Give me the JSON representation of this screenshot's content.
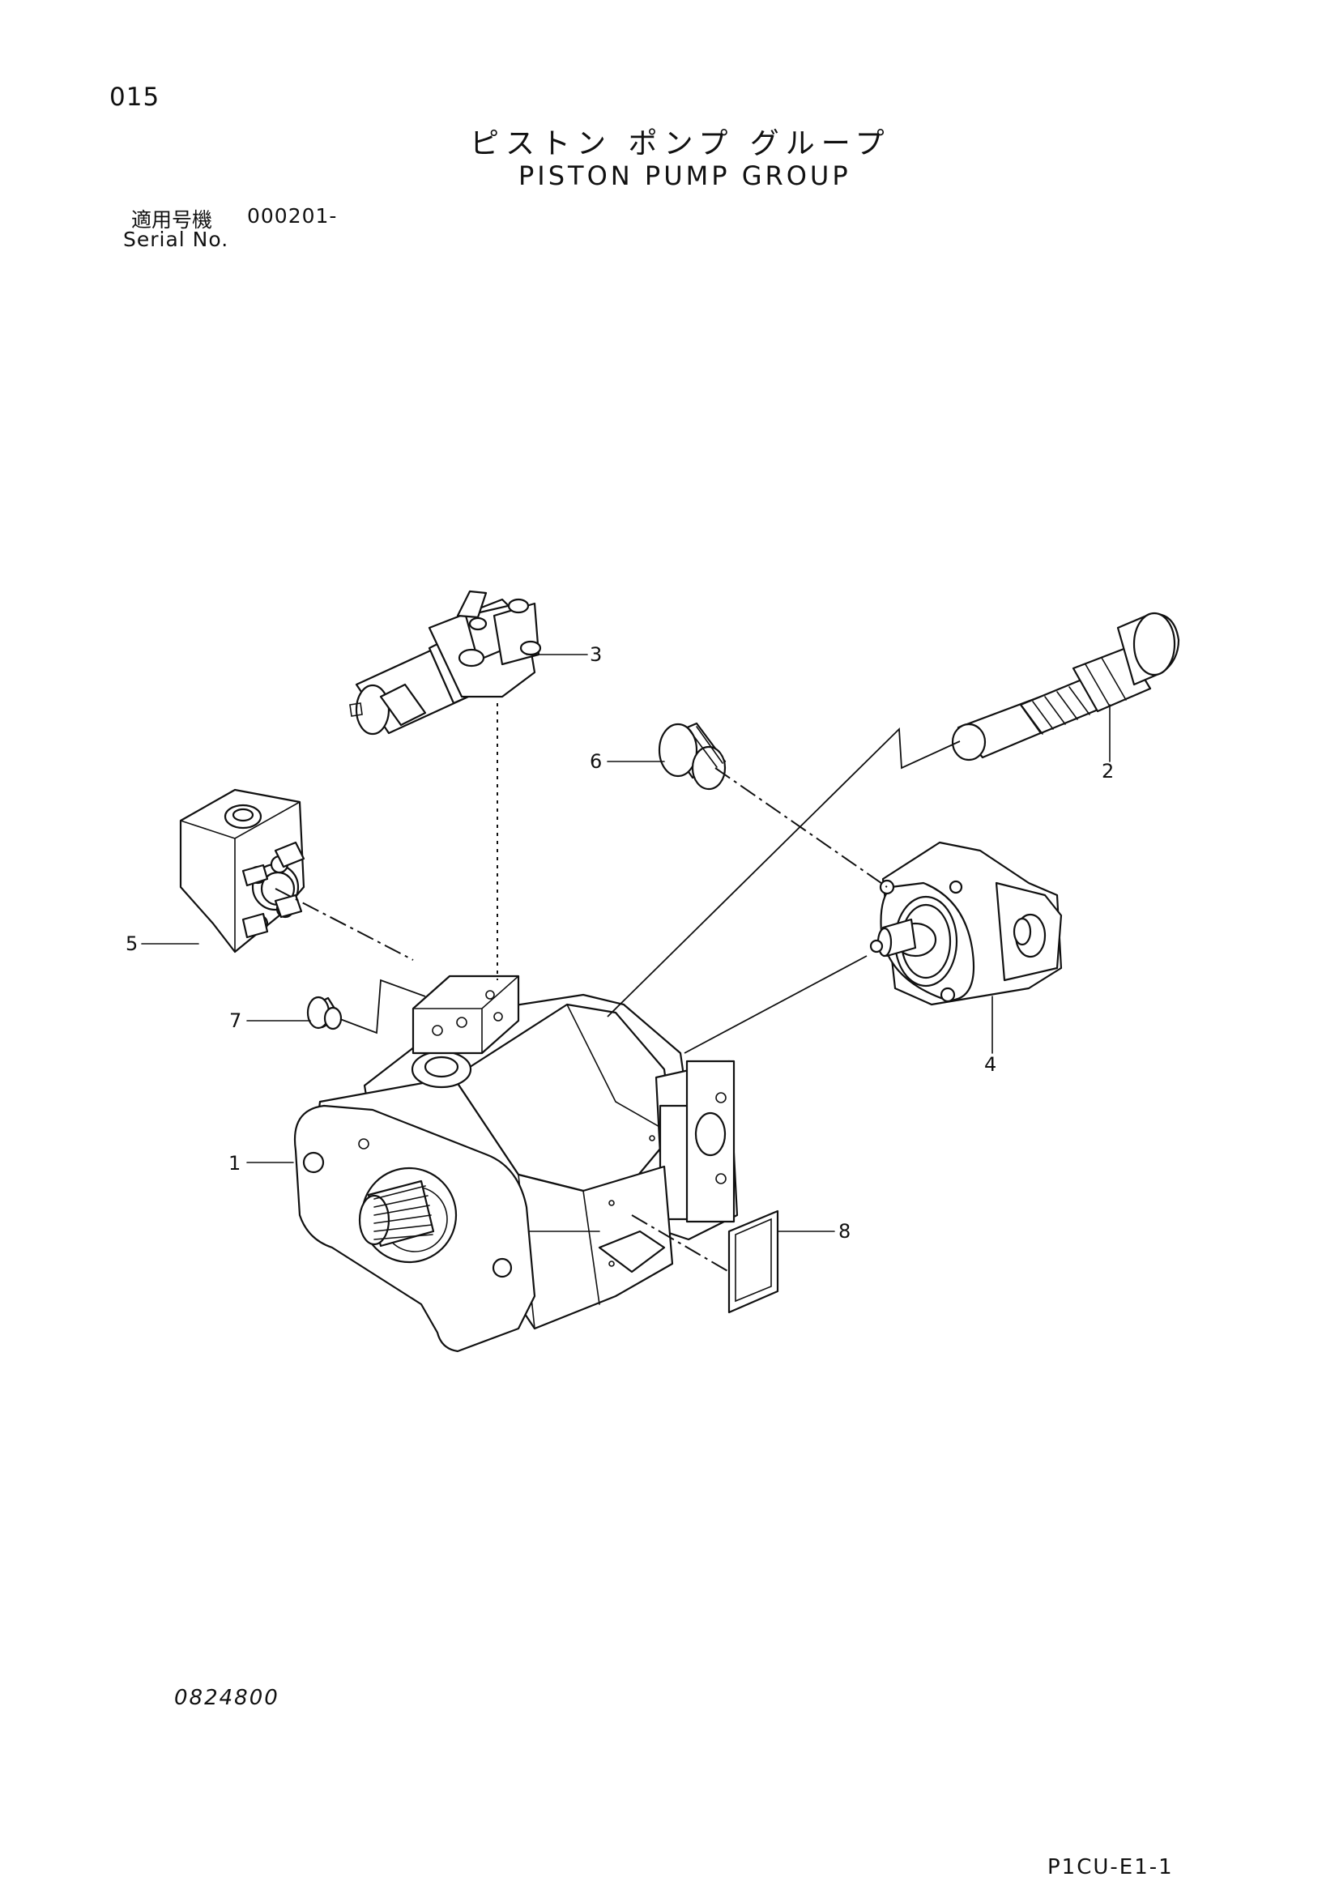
{
  "header": {
    "page_number": "015",
    "title_jp": "ピストン ポンプ グループ",
    "title_en": "PISTON PUMP GROUP",
    "serial_label_jp": "適用号機",
    "serial_value": "000201-",
    "serial_label_en": "Serial No."
  },
  "callouts": [
    "1",
    "2",
    "3",
    "4",
    "5",
    "6",
    "7",
    "8"
  ],
  "footer": {
    "drawing_code": "0824800",
    "sheet_code": "P1CU-E1-1"
  }
}
